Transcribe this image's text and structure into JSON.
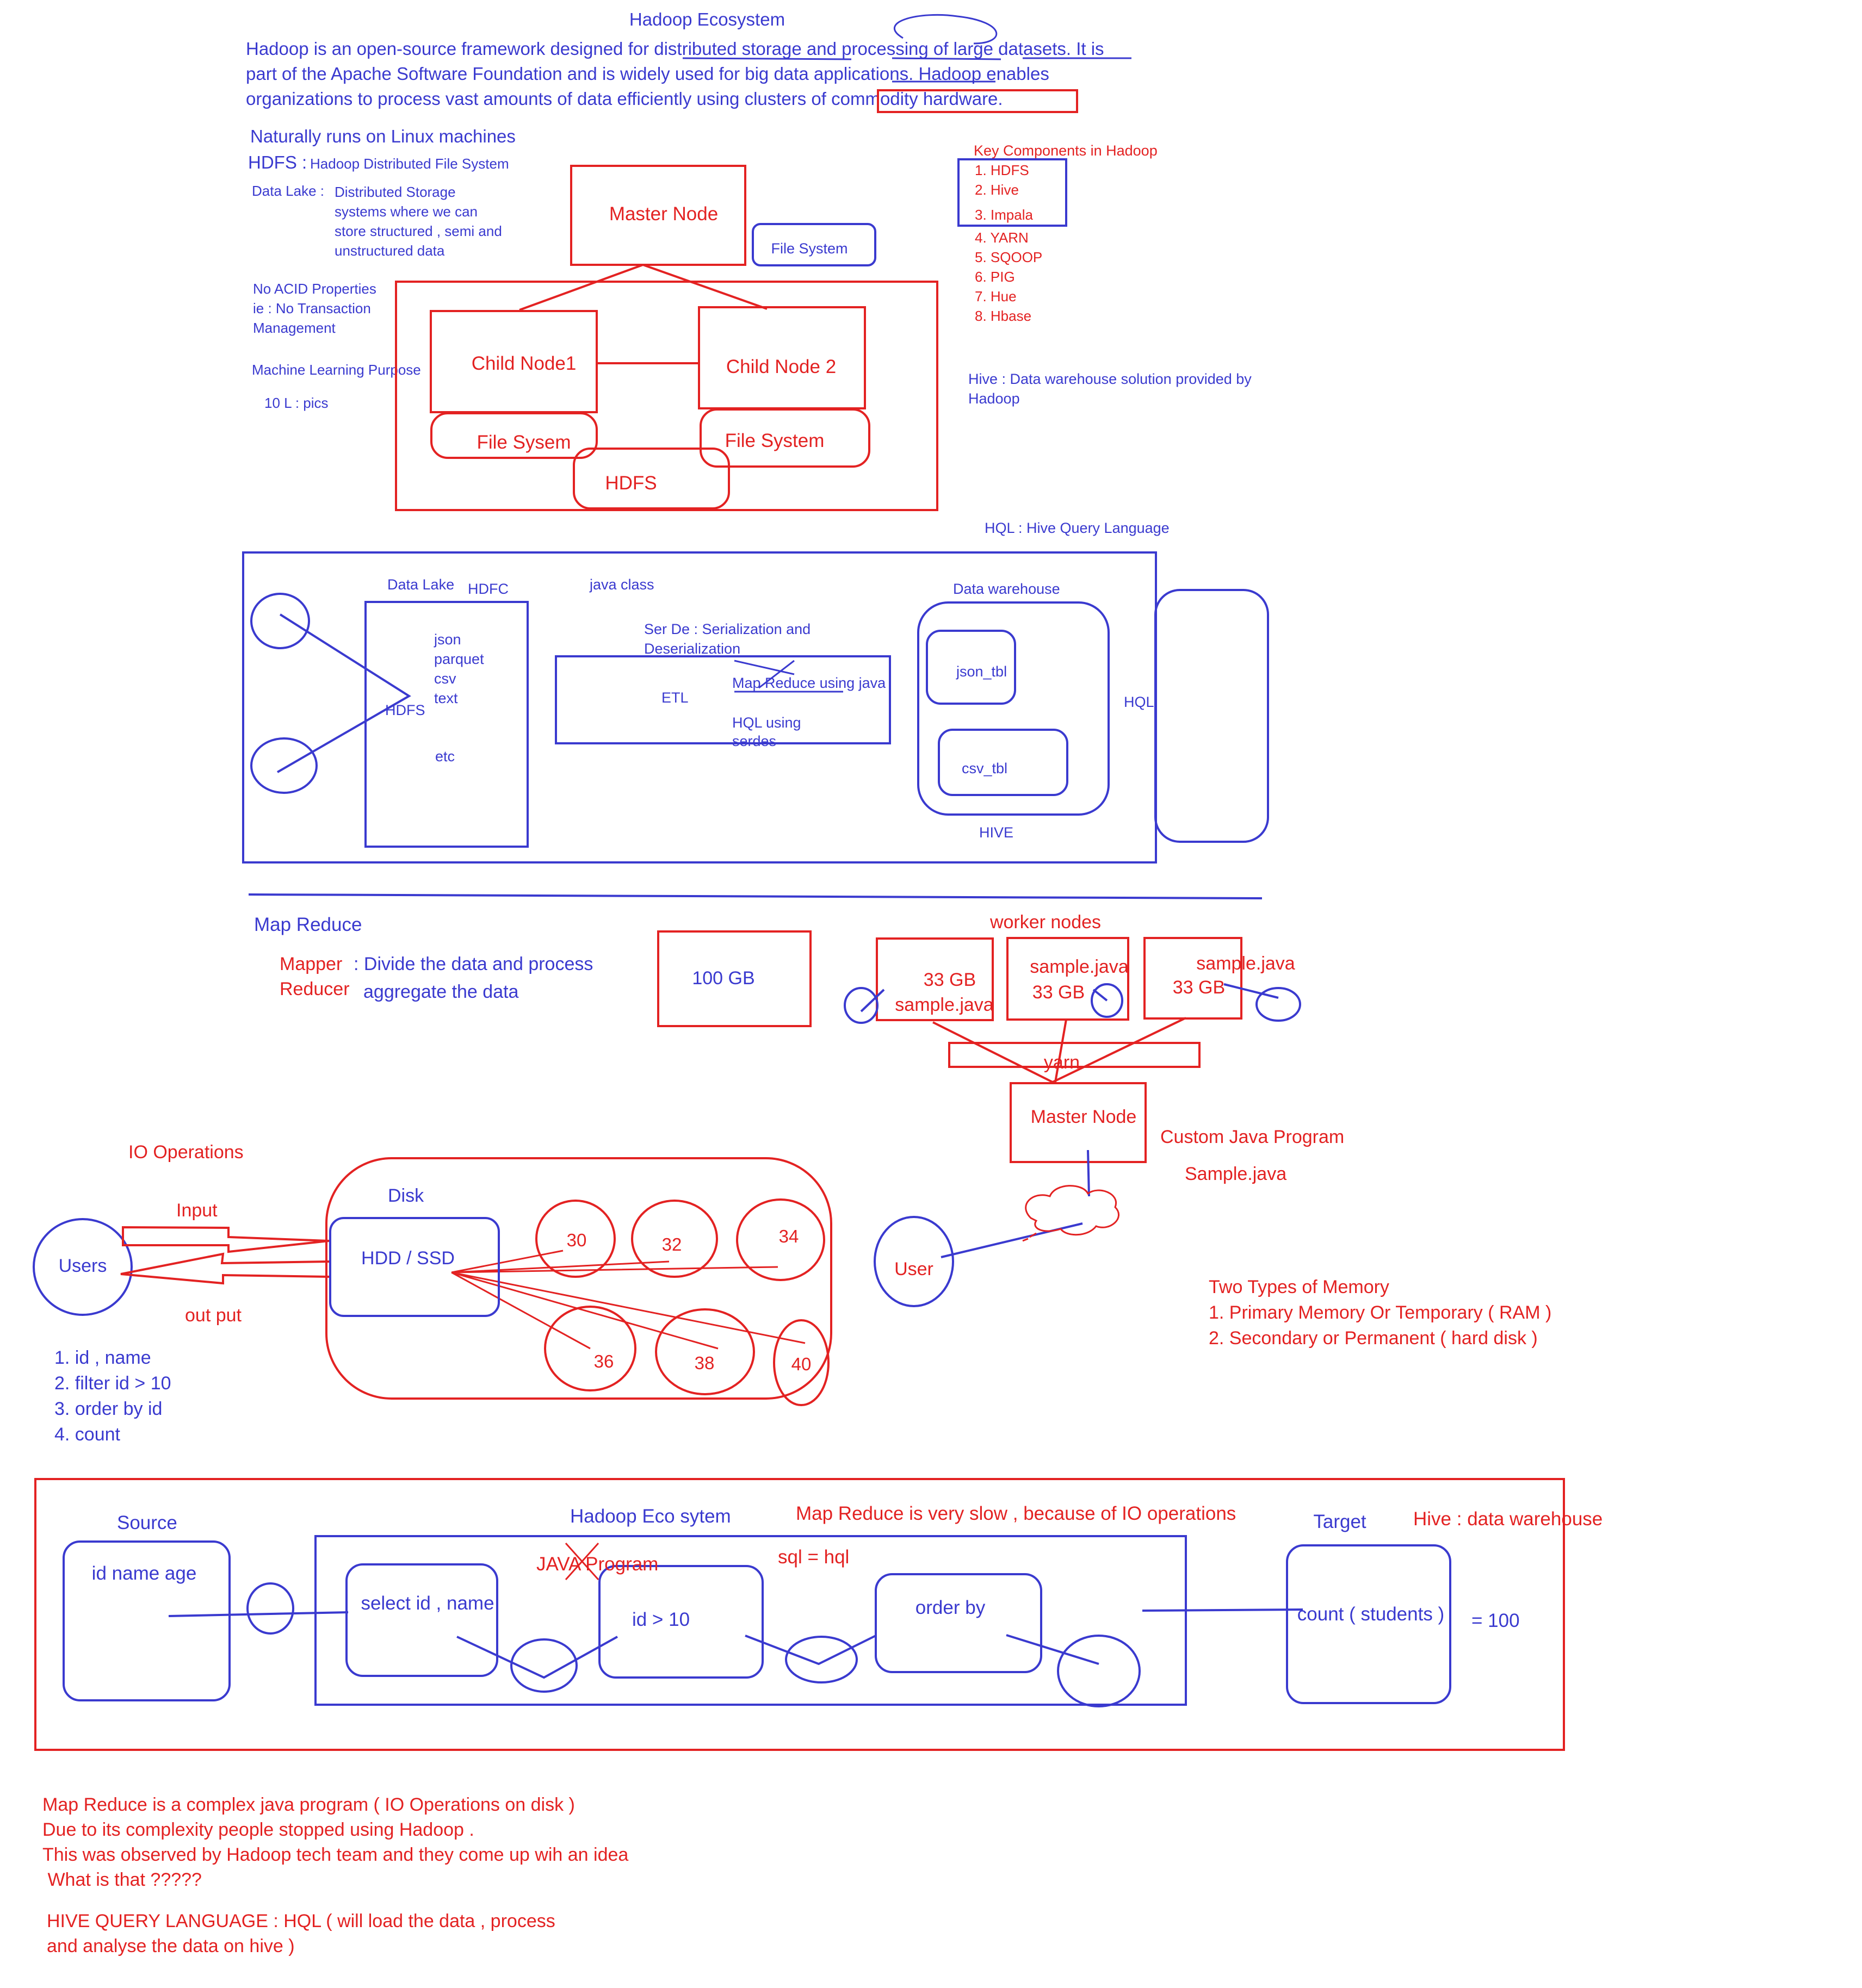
{
  "colors": {
    "blue": "#3a3acf",
    "red": "#e32222"
  },
  "title": "Hadoop Ecosystem",
  "intro": [
    "Hadoop is an open-source framework designed for distributed storage and processing of large datasets. It is",
    "part of the Apache Software Foundation and is widely used for big data applications. Hadoop enables",
    "organizations to process vast amounts of data efficiently using clusters of commodity hardware."
  ],
  "left_notes": {
    "linux": "Naturally runs on Linux machines",
    "hdfs_prefix": "HDFS :",
    "hdfs_full": "Hadoop Distributed File System",
    "datalake_label": "Data Lake :",
    "datalake_desc": [
      "Distributed Storage",
      "systems where we can",
      "store structured , semi and",
      "unstructured data"
    ],
    "acid": [
      "No ACID Properties",
      "ie : No Transaction",
      "Management"
    ],
    "ml": "Machine Learning Purpose",
    "pics": "10 L : pics"
  },
  "cluster": {
    "master": "Master Node",
    "file_system": "File System",
    "child1": "Child Node1",
    "child2": "Child Node 2",
    "fs1": "File Sysem",
    "fs2": "File System",
    "hdfs": "HDFS"
  },
  "key_components": {
    "title": "Key Components in Hadoop",
    "items": [
      "1. HDFS",
      "2. Hive",
      "3. Impala",
      "4. YARN",
      "5. SQOOP",
      "6. PIG",
      "7. Hue",
      "8. Hbase"
    ]
  },
  "hive_note": [
    "Hive : Data warehouse solution provided by",
    "Hadoop"
  ],
  "hql_note": "HQL : Hive Query Language",
  "pipeline": {
    "data_lake": "Data Lake",
    "hdfc": "HDFC",
    "hdfs": "HDFS",
    "formats": [
      "json",
      "parquet",
      "csv",
      "text"
    ],
    "etc": "etc",
    "java_class": "java class",
    "serde": [
      "Ser De : Serialization and",
      "Deserialization"
    ],
    "etl": "ETL",
    "mapreduce_java": "Map Reduce using java",
    "hql_serdes": [
      "HQL using",
      "serdes"
    ],
    "data_warehouse": "Data warehouse",
    "json_tbl": "json_tbl",
    "csv_tbl": "csv_tbl",
    "hive": "HIVE",
    "hql": "HQL"
  },
  "mapreduce": {
    "title": "Map Reduce",
    "mapper": "Mapper",
    "mapper_desc": ": Divide the data and process",
    "reducer": "Reducer",
    "reducer_desc": "aggregate the data",
    "total": "100 GB",
    "worker_nodes": "worker nodes",
    "split": "33 GB",
    "sample": "sample.java",
    "yarn": "yarn",
    "master": "Master Node",
    "custom": "Custom Java Program",
    "sample_cap": "Sample.java",
    "user": "User"
  },
  "io": {
    "title": "IO Operations",
    "input": "Input",
    "output": "out put",
    "users": "Users",
    "disk": "Disk",
    "hdd": "HDD / SSD",
    "circles": [
      "30",
      "32",
      "34",
      "36",
      "38",
      "40"
    ],
    "steps": [
      "1. id , name",
      "2. filter id > 10",
      "3. order by id",
      "4. count"
    ]
  },
  "memory": {
    "title": "Two Types of Memory",
    "items": [
      "1. Primary Memory Or Temporary ( RAM )",
      "2. Secondary or Permanent ( hard disk )"
    ]
  },
  "flow": {
    "source": "Source",
    "source_box": "id name age",
    "eco": "Hadoop Eco sytem",
    "slow": "Map Reduce is very slow , because of IO operations",
    "java_program": "JAVA Program",
    "sql": "sql = hql",
    "select": "select id , name",
    "filter": "id > 10",
    "order": "order by",
    "target": "Target",
    "hive_dw": "Hive : data warehouse",
    "count": "count ( students )",
    "result": "= 100"
  },
  "bottom_notes": [
    "Map Reduce is a complex java program ( IO Operations on disk )",
    "Due to its complexity people stopped using Hadoop .",
    "This was observed by Hadoop tech team and they come up wih an idea",
    " What is that ?????"
  ],
  "hive_ql": [
    "HIVE QUERY LANGUAGE : HQL ( will load the data , process",
    "and analyse the data on hive )"
  ]
}
